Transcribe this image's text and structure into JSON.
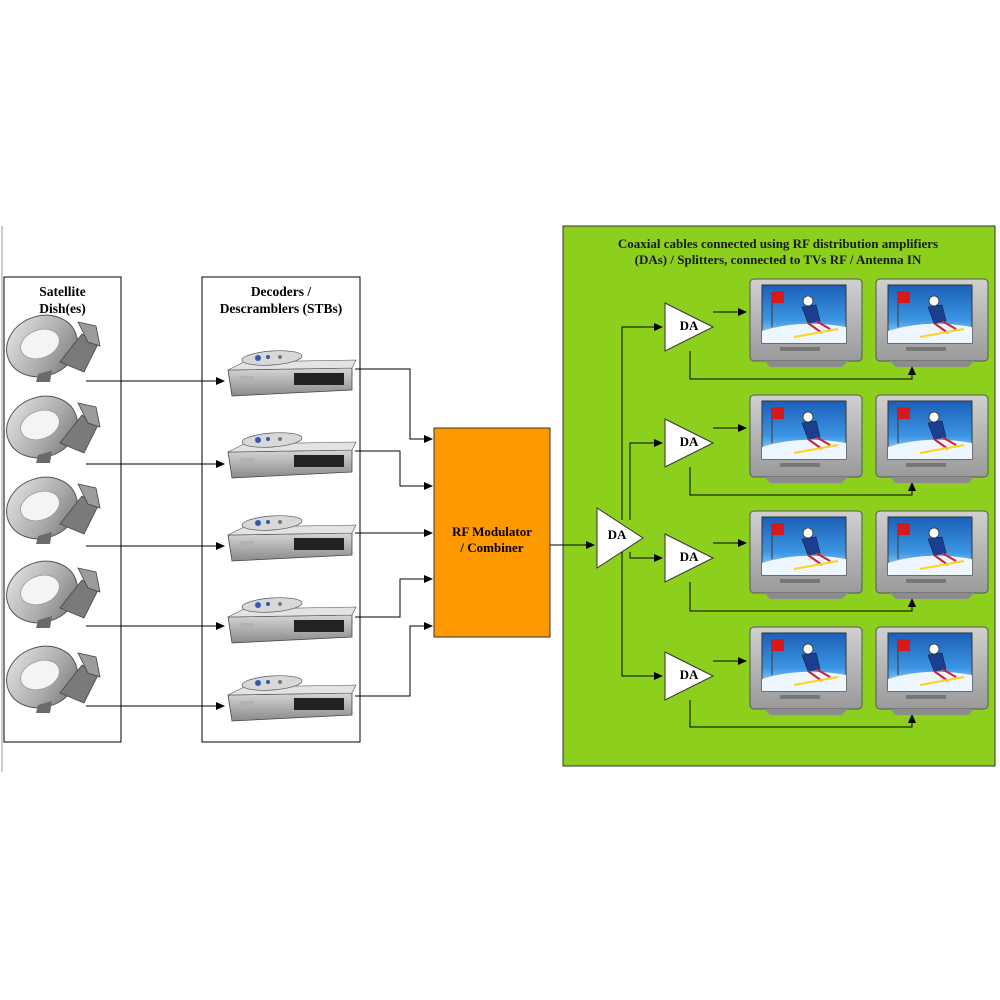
{
  "columns": {
    "satellite": "Satellite\nDish(es)",
    "decoders_line1": "Decoders /",
    "decoders_line2": "Descramblers (STBs)"
  },
  "modulator": {
    "line1": "RF Modulator",
    "line2": "/ Combiner"
  },
  "distribution": {
    "title_line1": "Coaxial cables connected using RF distribution amplifiers",
    "title_line2": "(DAs) / Splitters, connected to TVs RF / Antenna IN"
  },
  "amplifier_label": "DA",
  "counts": {
    "dishes": 5,
    "decoders": 5,
    "tv_rows": 4,
    "tvs_per_row": 2
  },
  "colors": {
    "distribution_panel": "#8ccf1d",
    "modulator": "#ff9900",
    "tv_screen_sky": "#2a82d6",
    "flag": "#d41a1a"
  },
  "icons": [
    "satellite-dish-icon",
    "set-top-box-icon",
    "remote-control-icon",
    "amplifier-icon",
    "television-icon"
  ]
}
